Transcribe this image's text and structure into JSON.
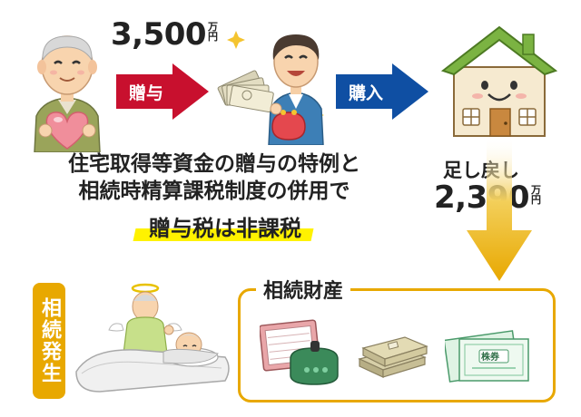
{
  "gift_amount": {
    "value": "3,500",
    "unit": "万円"
  },
  "refund_amount": {
    "value": "2,390",
    "unit": "万円"
  },
  "arrow_gift_label": "贈与",
  "arrow_purchase_label": "購入",
  "main_text_line1": "住宅取得等資金の贈与の特例と",
  "main_text_line2": "相続時精算課税制度の併用で",
  "tax_exempt_text": "贈与税は非課税",
  "refund_label": "足し戻し",
  "inheritance_occurs_label": "相続発生",
  "inherited_property_title": "相続財産",
  "stock_certificate_label": "株券",
  "colors": {
    "red_arrow": "#c8102e",
    "blue_arrow": "#0f4fa3",
    "gold": "#e8a800",
    "highlight": "#fff200",
    "house_roof": "#7bb342",
    "house_wall": "#f6ead0"
  }
}
